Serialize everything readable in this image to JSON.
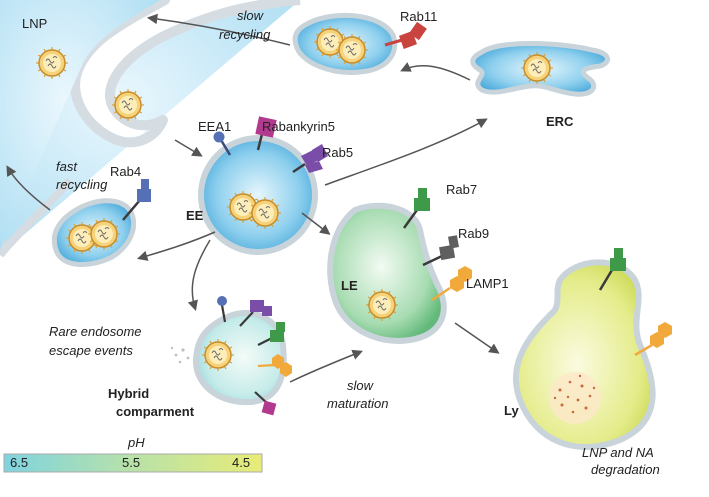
{
  "labels": {
    "lnp": "LNP",
    "slow_recycling": [
      "slow",
      "recycling"
    ],
    "rab11": "Rab11",
    "erc": "ERC",
    "eea1": "EEA1",
    "rabankyrin5": "Rabankyrin5",
    "rab5": "Rab5",
    "fast_recycling": [
      "fast",
      "recycling"
    ],
    "rab4": "Rab4",
    "ee": "EE",
    "rab7": "Rab7",
    "rab9": "Rab9",
    "lamp1": "LAMP1",
    "le": "LE",
    "rare_escape": [
      "Rare endosome",
      "escape events"
    ],
    "hybrid": [
      "Hybrid",
      "comparment"
    ],
    "slow_maturation": [
      "slow",
      "maturation"
    ],
    "ly": "Ly",
    "degradation": [
      "LNP and NA",
      "degradation"
    ]
  },
  "ph_scale": {
    "title": "pH",
    "ticks": [
      "6.5",
      "5.5",
      "4.5"
    ],
    "gradient": [
      "#7fd3e0",
      "#b8e2a8",
      "#e8ec78"
    ]
  },
  "colors": {
    "rab11": "#c9433f",
    "eea1": "#5570b4",
    "rabankyrin5": "#b23a8e",
    "rab5": "#7a4ea8",
    "rab4": "#5570b4",
    "rab7": "#3e9a48",
    "rab9": "#5f5f5f",
    "lamp1": "#f0a93a",
    "membrane": "#cdd8de"
  }
}
